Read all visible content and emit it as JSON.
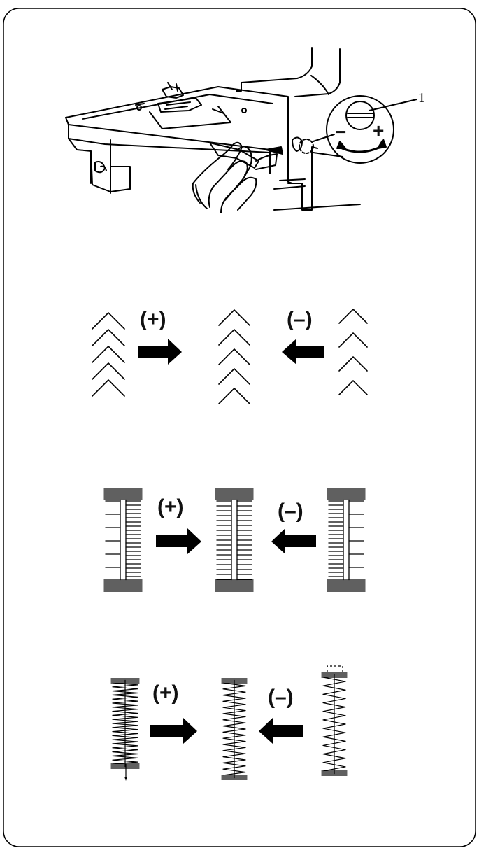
{
  "figure": {
    "callout_number": "1",
    "dial": {
      "minus": "−",
      "plus": "+"
    },
    "parts": [
      "machine-free-arm",
      "presser-foot",
      "needle-plate",
      "adjusting-screw-dial",
      "screwdriver",
      "hand"
    ]
  },
  "rows": [
    {
      "pattern": "zigzag-arrow-stitch",
      "plus_label": "(+)",
      "minus_label": "(–)"
    },
    {
      "pattern": "buttonhole",
      "plus_label": "(+)",
      "minus_label": "(–)"
    },
    {
      "pattern": "darning-zigzag",
      "plus_label": "(+)",
      "minus_label": "(–)"
    }
  ],
  "icons": {
    "arrow_right": "arrow-right-icon",
    "arrow_left": "arrow-left-icon"
  },
  "colors": {
    "ink": "#000000",
    "paper": "#ffffff"
  }
}
